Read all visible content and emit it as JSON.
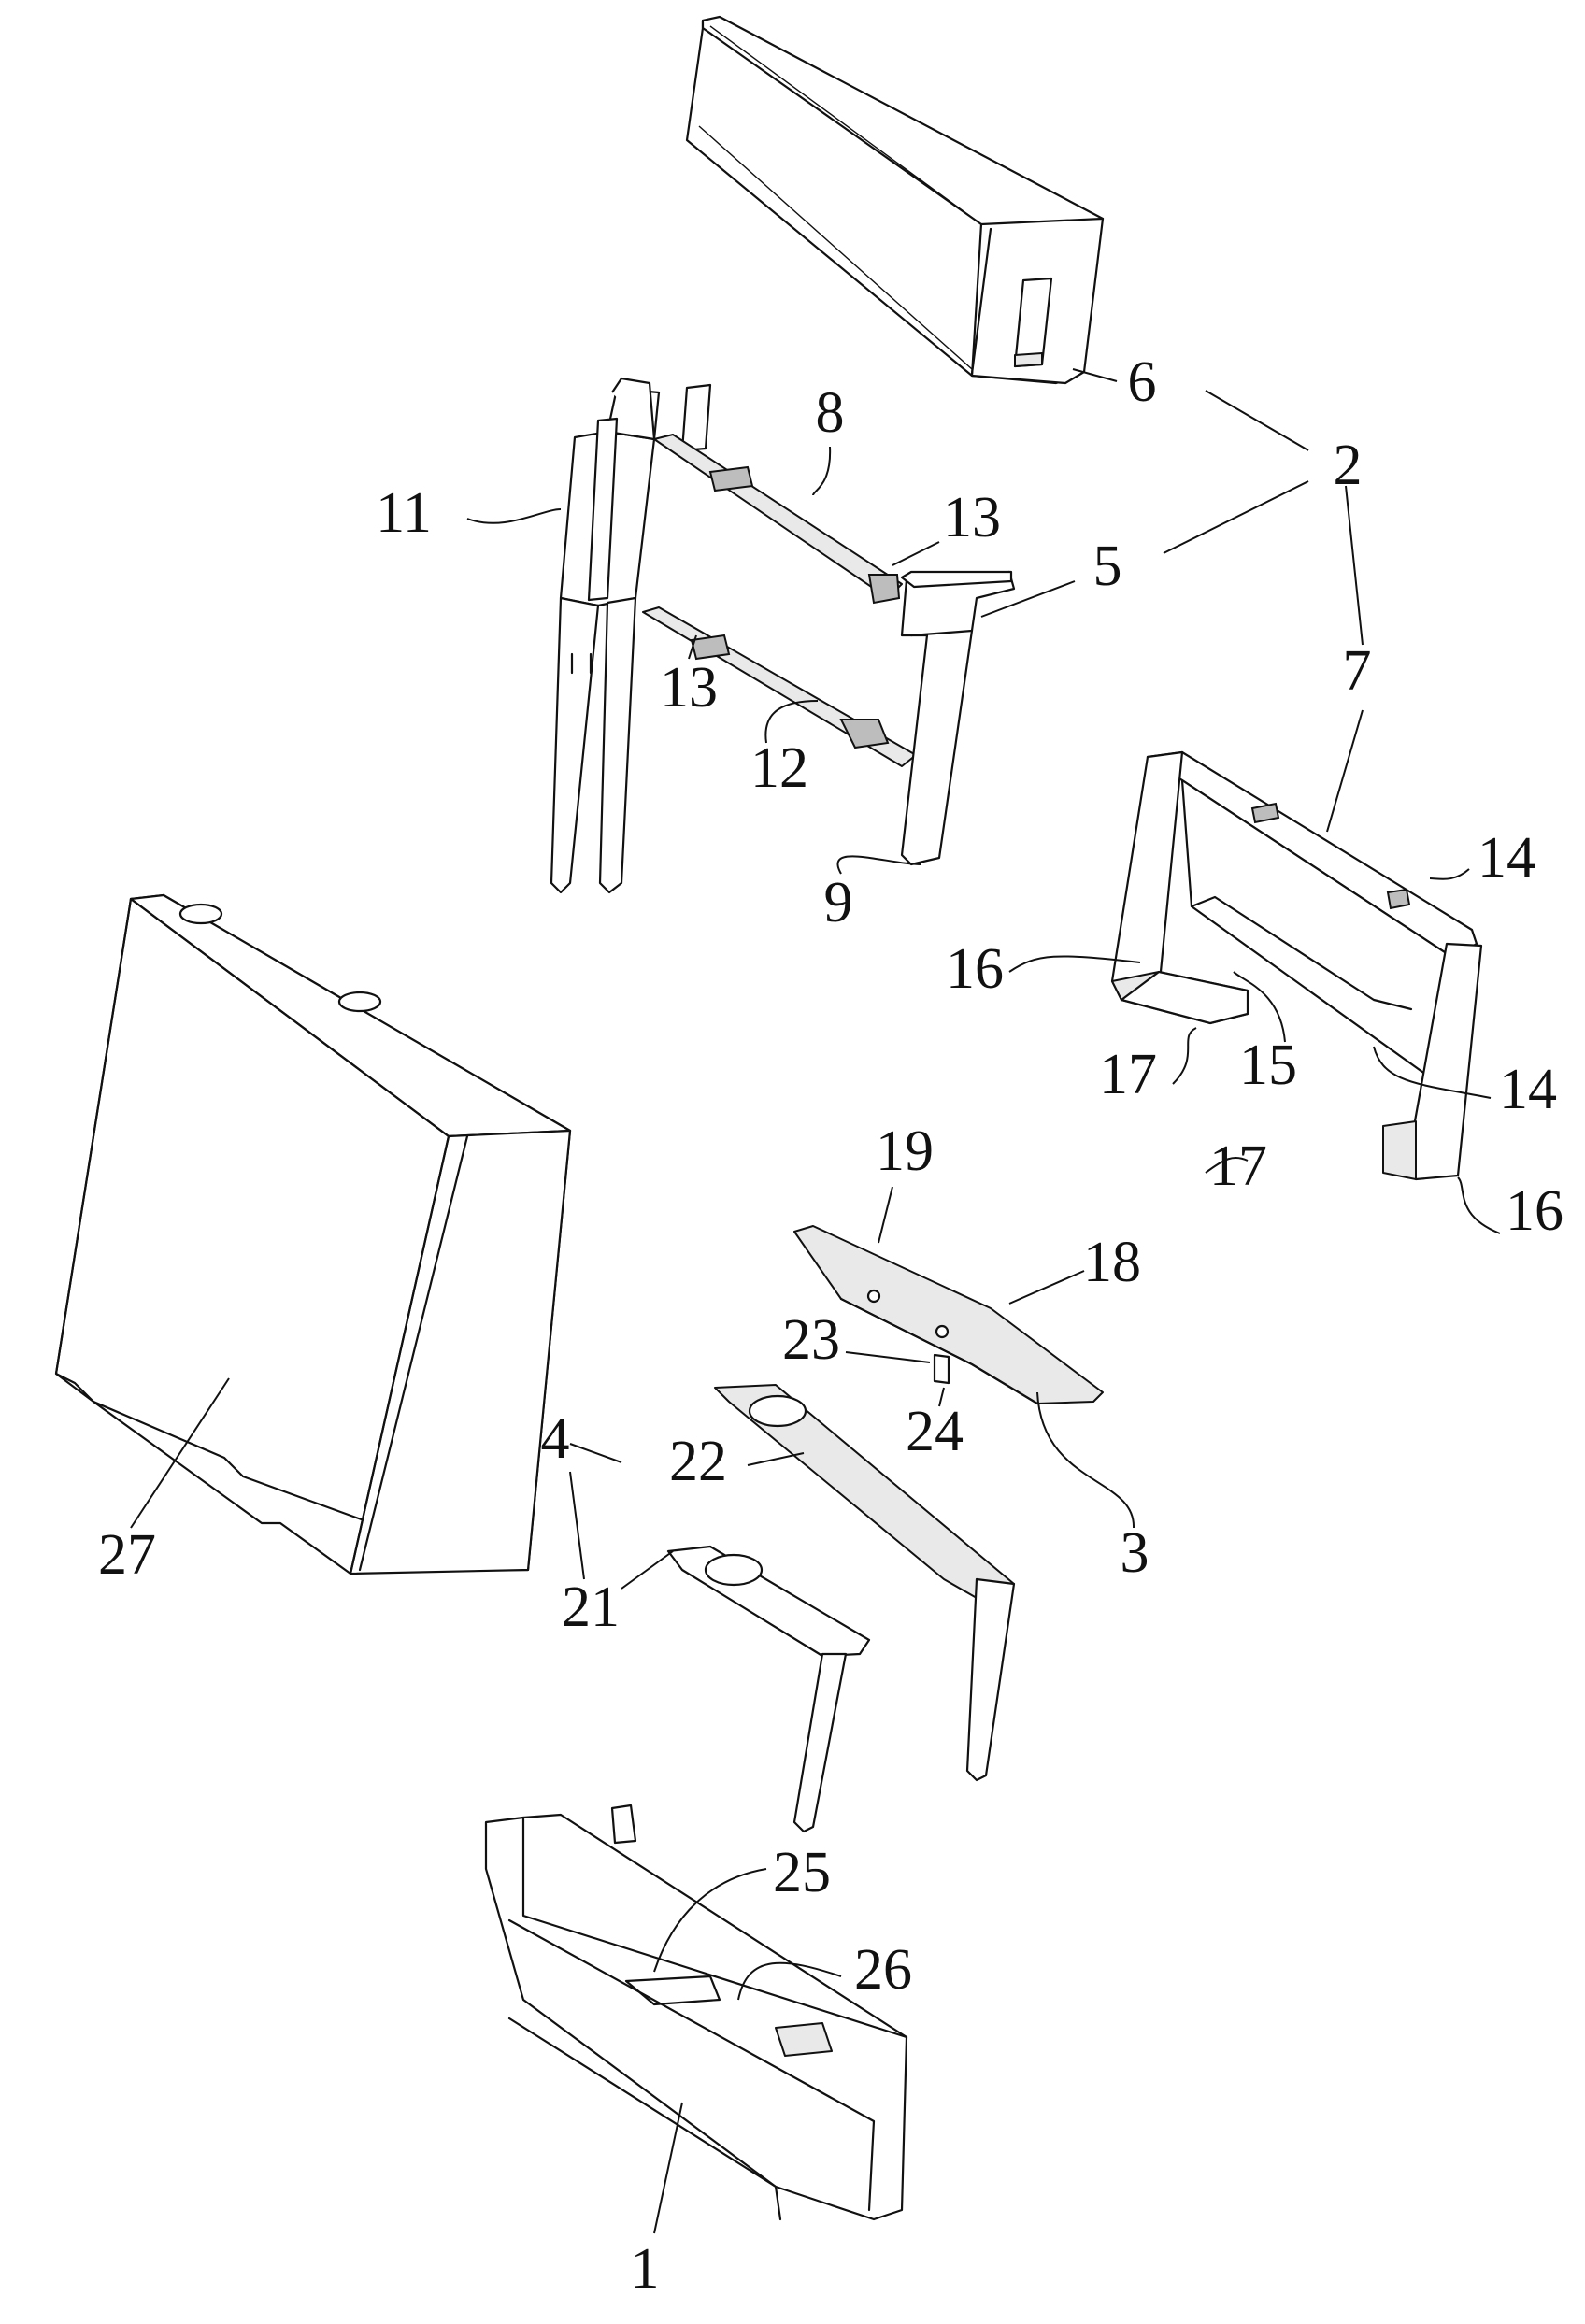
{
  "figure": {
    "type": "exploded patent drawing",
    "labels": [
      {
        "id": "label-6",
        "text": "6"
      },
      {
        "id": "label-2",
        "text": "2"
      },
      {
        "id": "label-8",
        "text": "8"
      },
      {
        "id": "label-13a",
        "text": "13"
      },
      {
        "id": "label-11",
        "text": "11"
      },
      {
        "id": "label-5",
        "text": "5"
      },
      {
        "id": "label-7",
        "text": "7"
      },
      {
        "id": "label-13b",
        "text": "13"
      },
      {
        "id": "label-12",
        "text": "12"
      },
      {
        "id": "label-9",
        "text": "9"
      },
      {
        "id": "label-14a",
        "text": "14"
      },
      {
        "id": "label-16a",
        "text": "16"
      },
      {
        "id": "label-17a",
        "text": "17"
      },
      {
        "id": "label-15",
        "text": "15"
      },
      {
        "id": "label-14b",
        "text": "14"
      },
      {
        "id": "label-19",
        "text": "19"
      },
      {
        "id": "label-17b",
        "text": "17"
      },
      {
        "id": "label-16b",
        "text": "16"
      },
      {
        "id": "label-18",
        "text": "18"
      },
      {
        "id": "label-23",
        "text": "23"
      },
      {
        "id": "label-24",
        "text": "24"
      },
      {
        "id": "label-4",
        "text": "4"
      },
      {
        "id": "label-22",
        "text": "22"
      },
      {
        "id": "label-3",
        "text": "3"
      },
      {
        "id": "label-27",
        "text": "27"
      },
      {
        "id": "label-21",
        "text": "21"
      },
      {
        "id": "label-25",
        "text": "25"
      },
      {
        "id": "label-26",
        "text": "26"
      },
      {
        "id": "label-1",
        "text": "1"
      }
    ]
  }
}
